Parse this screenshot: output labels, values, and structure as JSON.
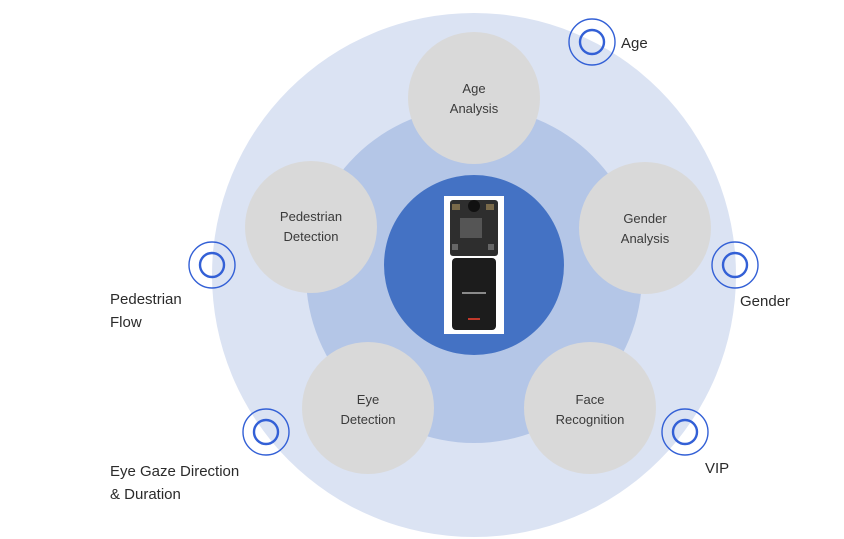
{
  "colors": {
    "outer_ring": "#dbe3f3",
    "middle_ring": "#b4c6e7",
    "inner_circle": "#4472c4",
    "feature_circle": "#d9d9d9",
    "target_icon": "#3360d6",
    "device_board": "#2a2a2a",
    "device_accent": "#c0392b"
  },
  "features": [
    {
      "line1": "Age",
      "line2": "Analysis"
    },
    {
      "line1": "Gender",
      "line2": "Analysis"
    },
    {
      "line1": "Face",
      "line2": "Recognition"
    },
    {
      "line1": "Eye",
      "line2": "Detection"
    },
    {
      "line1": "Pedestrian",
      "line2": "Detection"
    }
  ],
  "outer_labels": {
    "age": {
      "line1": "Age"
    },
    "gender": {
      "line1": "Gender"
    },
    "vip": {
      "line1": "VIP"
    },
    "pedestrian": {
      "line1": "Pedestrian",
      "line2": "Flow"
    },
    "eye_gaze": {
      "line1": "Eye Gaze Direction",
      "line2": "& Duration"
    }
  },
  "icons": {
    "target": "target-icon",
    "device": "camera-device-icon"
  }
}
